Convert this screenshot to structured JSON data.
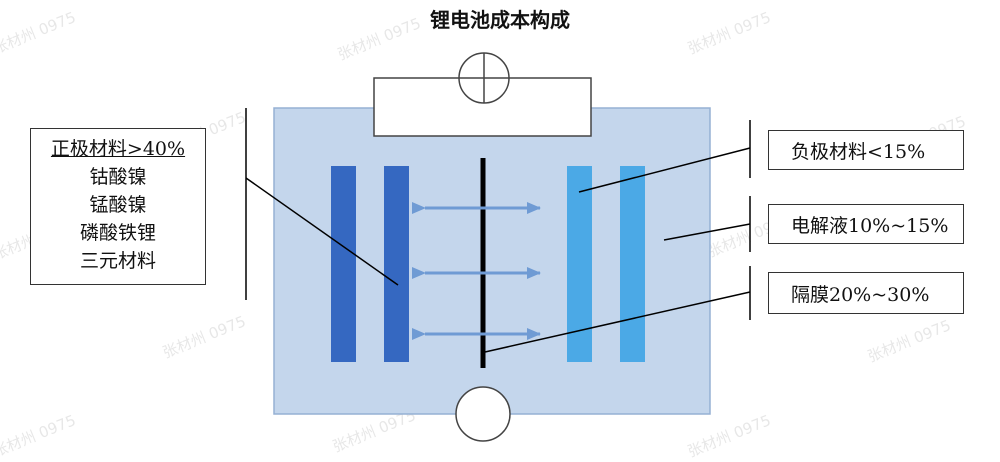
{
  "title": "锂电池成本构成",
  "cathode": {
    "heading": "正极材料>40%",
    "items": [
      "钴酸镍",
      "锰酸镍",
      "磷酸铁锂",
      "三元材料"
    ]
  },
  "anode_label": "负极材料<15%",
  "electrolyte_label": "电解液10%~15%",
  "separator_label": "隔膜20%~30%",
  "watermark": "张材州 0975",
  "colors": {
    "cell_fill": "#c4d6ec",
    "cell_border": "#95b0d4",
    "cathode_plate": "#3568c1",
    "anode_plate": "#4ba9e6",
    "ion_arrow": "#6f9bd4",
    "separator": "#000000"
  }
}
